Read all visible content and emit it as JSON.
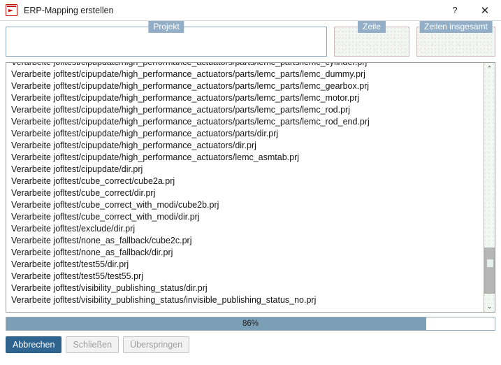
{
  "window": {
    "title": "ERP-Mapping erstellen",
    "icon": "erp-app-icon",
    "help_label": "?",
    "close_label": "✕"
  },
  "fields": {
    "projekt": {
      "label": "Projekt",
      "value": "",
      "placeholder": ""
    },
    "zeile": {
      "label": "Zeile",
      "value": "",
      "placeholder": ""
    },
    "zeilen_insgesamt": {
      "label": "Zeilen insgesamt",
      "value": "",
      "placeholder": ""
    }
  },
  "log": {
    "lines": [
      "Verarbeite jofltest/cipupdate/high_performance_actuators/parts/lemc_parts/lemc_cylinder.prj",
      "Verarbeite jofltest/cipupdate/high_performance_actuators/parts/lemc_parts/lemc_dummy.prj",
      "Verarbeite jofltest/cipupdate/high_performance_actuators/parts/lemc_parts/lemc_gearbox.prj",
      "Verarbeite jofltest/cipupdate/high_performance_actuators/parts/lemc_parts/lemc_motor.prj",
      "Verarbeite jofltest/cipupdate/high_performance_actuators/parts/lemc_parts/lemc_rod.prj",
      "Verarbeite jofltest/cipupdate/high_performance_actuators/parts/lemc_parts/lemc_rod_end.prj",
      "Verarbeite jofltest/cipupdate/high_performance_actuators/parts/dir.prj",
      "Verarbeite jofltest/cipupdate/high_performance_actuators/dir.prj",
      "Verarbeite jofltest/cipupdate/high_performance_actuators/lemc_asmtab.prj",
      "Verarbeite jofltest/cipupdate/dir.prj",
      "Verarbeite jofltest/cube_correct/cube2a.prj",
      "Verarbeite jofltest/cube_correct/dir.prj",
      "Verarbeite jofltest/cube_correct_with_modi/cube2b.prj",
      "Verarbeite jofltest/cube_correct_with_modi/dir.prj",
      "Verarbeite jofltest/exclude/dir.prj",
      "Verarbeite jofltest/none_as_fallback/cube2c.prj",
      "Verarbeite jofltest/none_as_fallback/dir.prj",
      "Verarbeite jofltest/test55/dir.prj",
      "Verarbeite jofltest/test55/test55.prj",
      "Verarbeite jofltest/visibility_publishing_status/dir.prj",
      "Verarbeite jofltest/visibility_publishing_status/invisible_publishing_status_no.prj"
    ],
    "scrollbar": {
      "up_arrow": "⌃",
      "down_arrow": "⌄"
    }
  },
  "progress": {
    "percent": 86,
    "label": "86%"
  },
  "buttons": {
    "cancel": {
      "label": "Abbrechen",
      "enabled": true
    },
    "close": {
      "label": "Schließen",
      "enabled": false
    },
    "skip": {
      "label": "Überspringen",
      "enabled": false
    }
  },
  "colors": {
    "accent": "#2e6490",
    "label_chip": "#93afc8",
    "progress_fill": "#7c9fb8",
    "field_border": "#8ba6bd",
    "icon_red": "#c11111"
  }
}
